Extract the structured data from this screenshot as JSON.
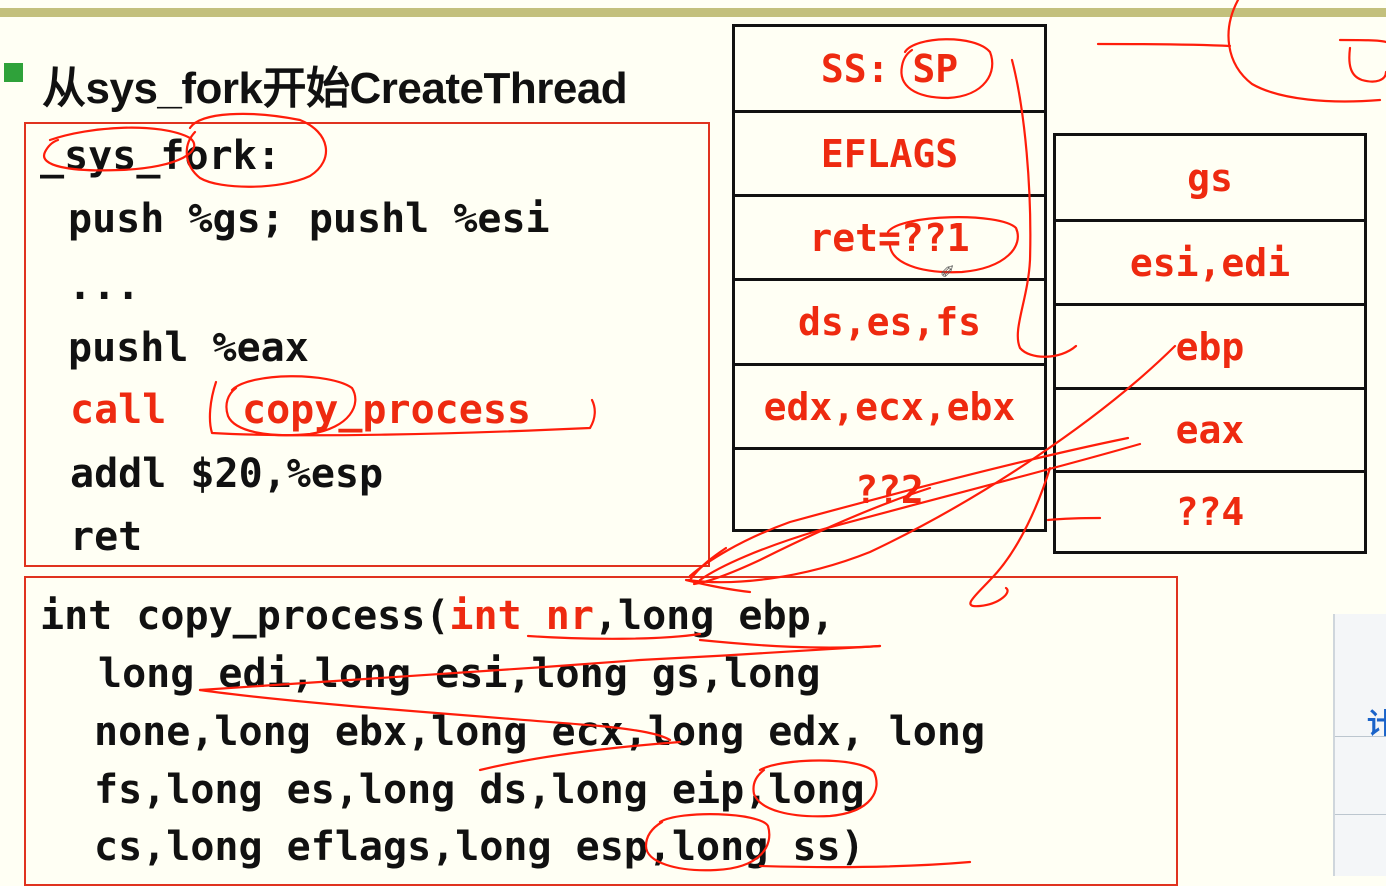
{
  "slide": {
    "title": "从sys_fork开始CreateThread",
    "accent_bar_color": "#c3c07c",
    "bullet_color": "#2fa23a",
    "annotation_color": "#ff1d0a"
  },
  "sys_fork_code": {
    "label": "_sys_fork:",
    "line1": "push %gs; pushl %esi",
    "line2": "...",
    "line3": "pushl %eax",
    "line4_kw": "call",
    "line4_fn": "copy_process",
    "line5": "addl $20,%esp",
    "line6": "ret"
  },
  "copy_process_code": {
    "l1_a": "int copy_process(",
    "l1_b": "int nr",
    "l1_c": ",long ebp,",
    "l2": "long edi,long esi,long gs,long",
    "l3": "none,long ebx,long ecx,long edx, long",
    "l4": "fs,long es,long ds,long eip,long",
    "l5": "cs,long eflags,long esp,long ss)"
  },
  "stack_left": [
    "SS: SP",
    "EFLAGS",
    "ret=??1",
    "ds,es,fs",
    "edx,ecx,ebx",
    "??2"
  ],
  "stack_right": [
    "gs",
    "esi,edi",
    "ebp",
    "eax",
    "??4"
  ],
  "icons": {
    "cursor": "pen-cursor-icon",
    "thumbnail_glyph": "计"
  }
}
